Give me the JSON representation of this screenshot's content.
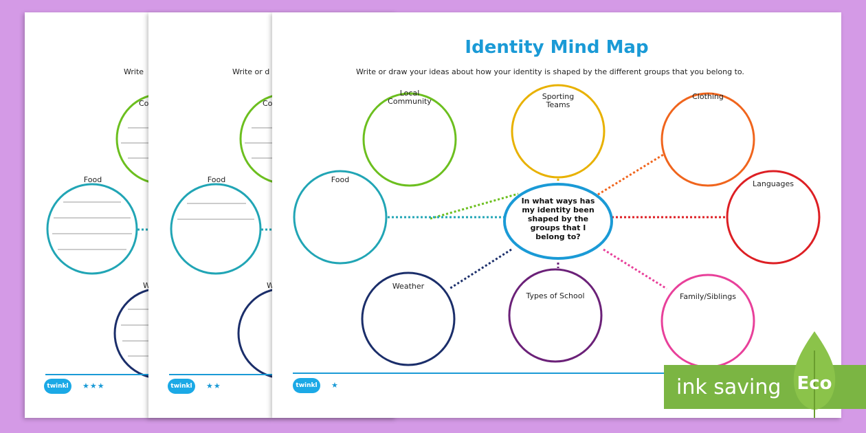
{
  "title": "Identity Mind Map",
  "instructions": "Write or draw your ideas about how your identity is shaped by the different groups that you belong to.",
  "instructions_cut_1": "Write",
  "instructions_cut_2": "Write or d",
  "center_question": "In what ways has my identity been shaped by the groups that I belong to?",
  "bubbles": {
    "local_community": "Local Community",
    "sporting_teams": "Sporting Teams",
    "clothing": "Clothing",
    "food": "Food",
    "languages": "Languages",
    "weather": "Weather",
    "types_of_school": "Types of School",
    "family_siblings": "Family/Siblings"
  },
  "partial_labels": {
    "co": "Co",
    "w": "W"
  },
  "logo_text": "twinkl",
  "stars": {
    "sheet1": "★★★",
    "sheet2": "★★",
    "sheet3": "★"
  },
  "eco": {
    "text": "ink saving",
    "badge": "Eco"
  },
  "colors": {
    "background": "#d49ae6",
    "title": "#1a9ad6",
    "green": "#6cbf1f",
    "yellow": "#e8b100",
    "orange": "#f0651d",
    "teal": "#21a5b5",
    "red": "#dd1f24",
    "navy": "#1b2e6a",
    "purple": "#6b2178",
    "pink": "#e8409a",
    "center": "#1a9ad6",
    "eco_green": "#7bb543"
  }
}
